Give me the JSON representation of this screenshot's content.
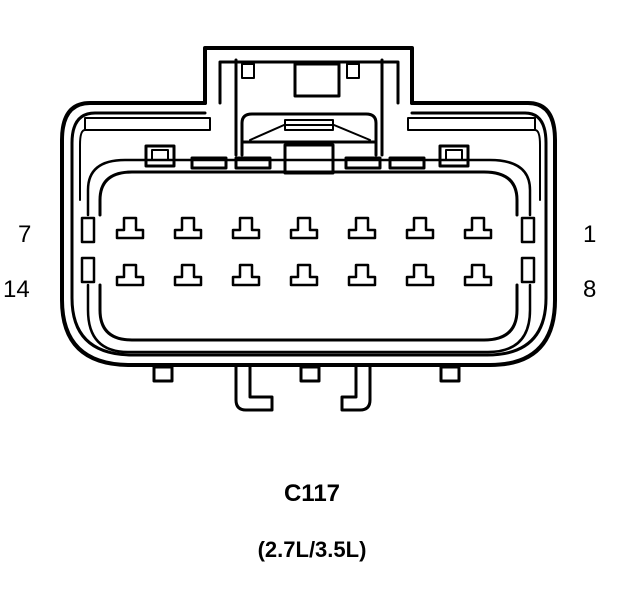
{
  "pin_labels": {
    "top_left": "7",
    "bottom_left": "14",
    "top_right": "1",
    "bottom_right": "8"
  },
  "connector": {
    "id": "C117",
    "variant": "(2.7L/3.5L)",
    "rows": 2,
    "pins_per_row": 7
  },
  "colors": {
    "line": "#000000",
    "background": "#ffffff"
  }
}
